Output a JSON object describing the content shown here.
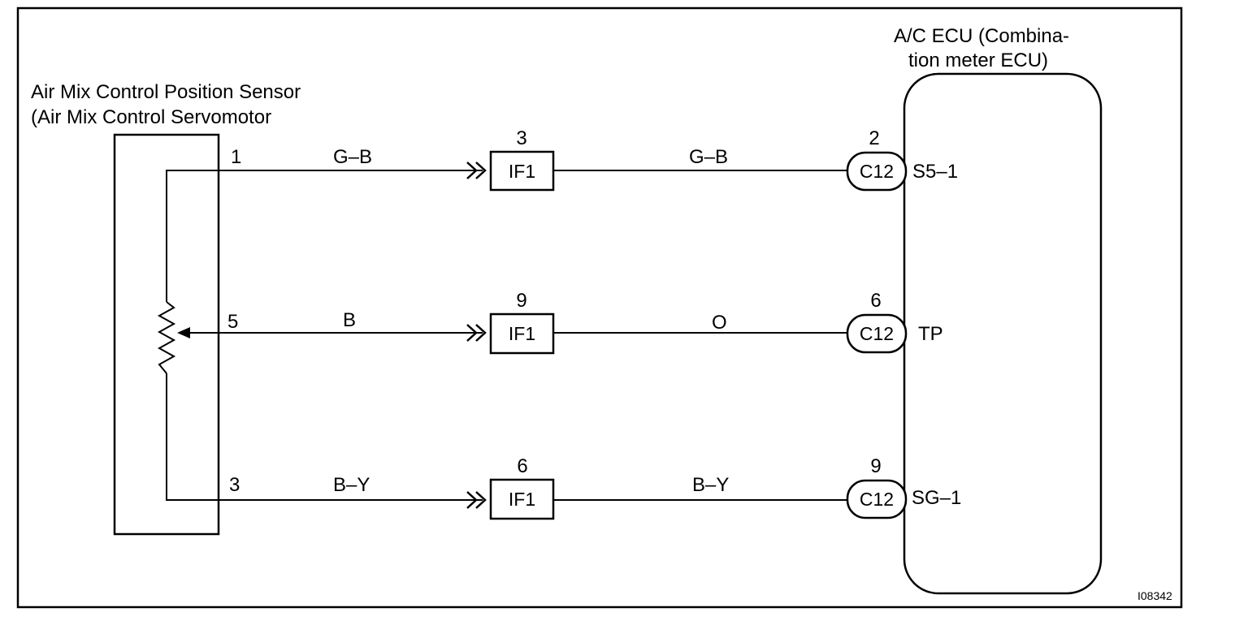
{
  "sensor": {
    "title_line1": "Air Mix Control Position Sensor",
    "title_line2": "(Air Mix Control Servomotor"
  },
  "ecu": {
    "title_line1": "A/C ECU (Combina-",
    "title_line2": "tion meter ECU)"
  },
  "wires": [
    {
      "sensor_pin": "1",
      "left_color": "G–B",
      "mid_pin": "3",
      "mid_connector": "IF1",
      "right_color": "G–B",
      "ecu_pin": "2",
      "ecu_connector": "C12",
      "terminal": "S5–1"
    },
    {
      "sensor_pin": "5",
      "left_color": "B",
      "mid_pin": "9",
      "mid_connector": "IF1",
      "right_color": "O",
      "ecu_pin": "6",
      "ecu_connector": "C12",
      "terminal": "TP"
    },
    {
      "sensor_pin": "3",
      "left_color": "B–Y",
      "mid_pin": "6",
      "mid_connector": "IF1",
      "right_color": "B–Y",
      "ecu_pin": "9",
      "ecu_connector": "C12",
      "terminal": "SG–1"
    }
  ],
  "figure_code": "I08342"
}
